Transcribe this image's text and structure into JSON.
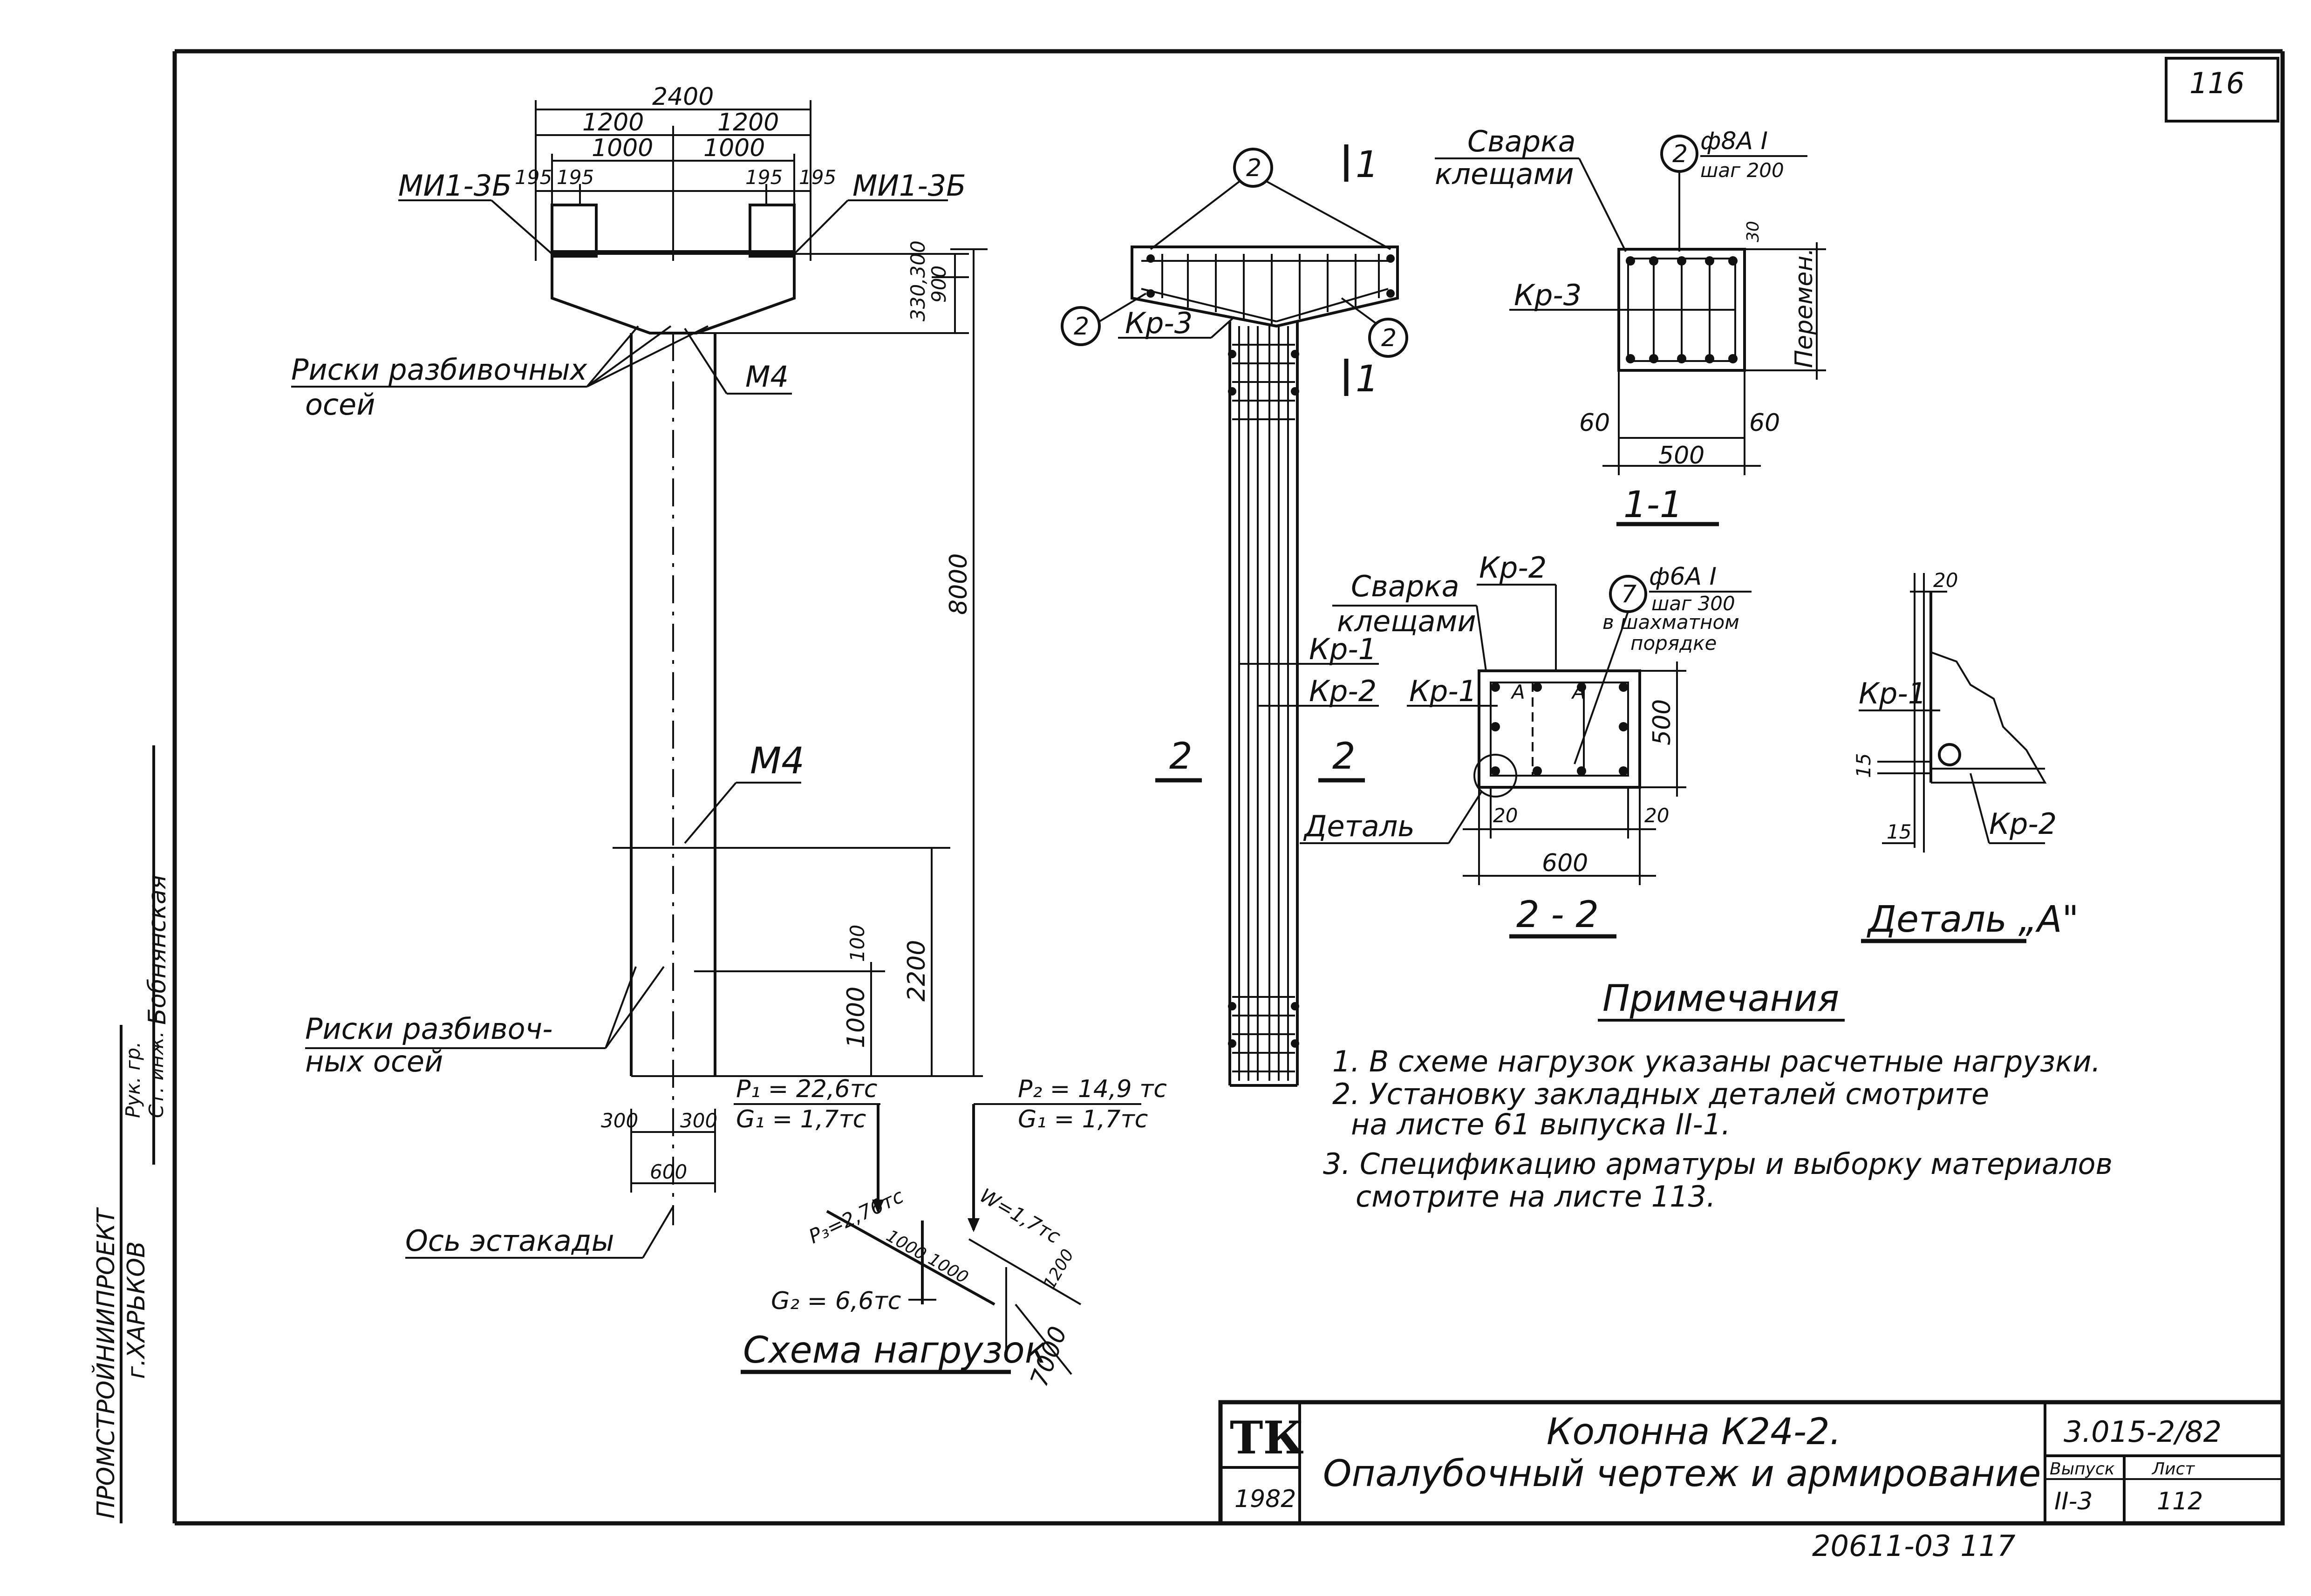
{
  "sheet_number": "116",
  "elevation": {
    "dims": {
      "total_width": "2400",
      "half_left": "1200",
      "half_right": "1200",
      "inner_left": "1000",
      "inner_right": "1000",
      "edge_195_a": "195",
      "edge_195_b": "195",
      "edge_195_c": "195",
      "edge_195_d": "195",
      "cap_330_300": "330,300",
      "cap_900": "900",
      "column_height": "8000",
      "lower_2200": "2200",
      "lower_100": "100",
      "lower_1000": "1000",
      "base_300_left": "300",
      "base_300_right": "300",
      "base_600": "600"
    },
    "labels": {
      "mi_left": "МИ1-3Б",
      "mi_right": "МИ1-3Б",
      "risks_top_1": "Риски разбивочных",
      "risks_top_2": "осей",
      "m4_top": "М4",
      "m4_mid": "М4",
      "risks_bottom_1": "Риски разбивоч-",
      "risks_bottom_2": "ных осей",
      "axis_label": "Ось эстакады"
    }
  },
  "reinforcement": {
    "section_mark_1a": "1",
    "section_mark_1b": "1",
    "section_mark_2a": "2",
    "section_mark_2b": "2",
    "bubble_2_top": "2",
    "bubble_2_left": "2",
    "bubble_2_right": "2",
    "kr3": "Кр-3",
    "kr1": "Кр-1",
    "kr2": "Кр-2"
  },
  "section_1_1": {
    "title": "1-1",
    "weld_1": "Сварка",
    "weld_2": "клещами",
    "bubble": "2",
    "bar": "ф8А I",
    "step": "шаг 200",
    "kr3": "Кр-3",
    "dim_30": "30",
    "variable": "Перемен.",
    "dim_60_left": "60",
    "dim_60_right": "60",
    "dim_500": "500"
  },
  "section_2_2": {
    "title": "2 - 2",
    "weld_1": "Сварка",
    "weld_2": "клещами",
    "kr2": "Кр-2",
    "kr1": "Кр-1",
    "bubble": "7",
    "bar": "ф6А I",
    "step": "шаг 300",
    "pattern_1": "в шахматном",
    "pattern_2": "порядке",
    "mark_a_1": "А",
    "mark_a_2": "А",
    "dim_500": "500",
    "detail": "Деталь",
    "dim_20_left": "20",
    "dim_20_right": "20",
    "dim_600": "600"
  },
  "detail_a": {
    "title": "Деталь „А\"",
    "dim_20": "20",
    "kr1": "Кр-1",
    "dim_15_a": "15",
    "dim_15_b": "15",
    "kr2": "Кр-2"
  },
  "load_scheme": {
    "title": "Схема нагрузок",
    "p1": "P₁ = 22,6тс",
    "g1_left": "G₁ = 1,7тс",
    "p2": "P₂ = 14,9 тс",
    "g1_right": "G₁ = 1,7тс",
    "p3": "P₃=2,76тс",
    "w": "W=1,7тс",
    "dim_1000_a": "1000",
    "dim_1000_b": "1000",
    "dim_1200": "1200",
    "g2": "G₂ = 6,6тс",
    "dim_7000": "7000"
  },
  "notes": {
    "title": "Примечания",
    "items": [
      "1. В схеме нагрузок указаны расчетные нагрузки.",
      "2. Установку закладных деталей смотрите",
      "на листе 61 выпуска II-1.",
      "3. Спецификацию арматуры и выборку материалов",
      "смотрите на листе 113."
    ]
  },
  "side_stamp": {
    "org_1": "ПРОМСТРОЙНИИПРОЕКТ",
    "org_2": "г.ХАРЬКОВ",
    "role_1": "Рук. гр.",
    "role_2": "Ст. инж.",
    "name": "Бобнянская"
  },
  "title_block": {
    "logo": "ТК",
    "year": "1982",
    "title_1": "Колонна К24-2.",
    "title_2": "Опалубочный чертеж и армирование",
    "code": "3.015-2/82",
    "issue_label": "Выпуск",
    "issue_value": "II-3",
    "sheet_label": "Лист",
    "sheet_value": "112"
  },
  "footer_number": "20611-03   117"
}
